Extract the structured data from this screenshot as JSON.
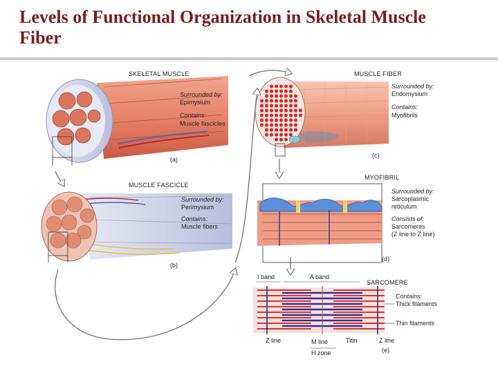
{
  "title": "Levels of Functional Organization in Skeletal Muscle Fiber",
  "panels": {
    "a": {
      "heading": "SKELETAL MUSCLE",
      "surrounded_label": "Surrounded by:",
      "surrounded_value": "Epimysium",
      "contains_label": "Contains:",
      "contains_value": "Muscle fascicles",
      "letter": "(a)"
    },
    "b": {
      "heading": "MUSCLE FASCICLE",
      "surrounded_label": "Surrounded by:",
      "surrounded_value": "Perimysium",
      "contains_label": "Contains:",
      "contains_value": "Muscle fibers",
      "letter": "(b)"
    },
    "c": {
      "heading": "MUSCLE FIBER",
      "surrounded_label": "Surrounded by:",
      "surrounded_value": "Endomysium",
      "contains_label": "Contains:",
      "contains_value": "Myofibrils",
      "letter": "(c)"
    },
    "d": {
      "heading": "MYOFIBRIL",
      "surrounded_label": "Surrounded by:",
      "surrounded_value_1": "Sarcoplasmic",
      "surrounded_value_2": "reticulum",
      "consists_label": "Consists of:",
      "consists_value_1": "Sarcomeres",
      "consists_value_2": "(Z line to Z line)",
      "letter": "(d)"
    },
    "e": {
      "heading": "SARCOMERE",
      "i_band": "I band",
      "a_band": "A band",
      "contains_label": "Contains:",
      "thick": "Thick filaments",
      "thin": "Thin filaments",
      "z_line_left": "Z line",
      "m_line": "M line",
      "titin": "Titin",
      "z_line_right": "Z line",
      "h_zone": "H zone",
      "letter": "(e)"
    }
  },
  "colors": {
    "title": "#7a1c1c",
    "muscle": "#e8826a",
    "muscle_dark": "#c95a44",
    "sheath": "#c9cde6",
    "fiber_dot": "#d42a2a",
    "sr_blue": "#5b8fd6",
    "arrow": "#ffffff"
  }
}
